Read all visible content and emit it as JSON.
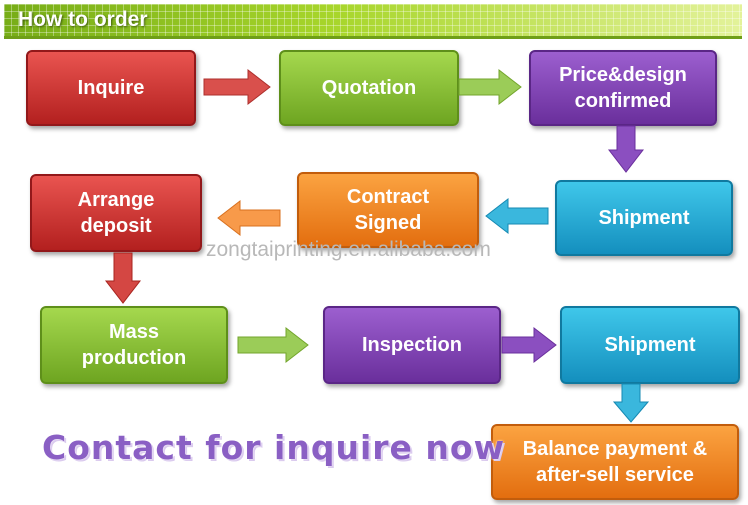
{
  "header": {
    "title": "How to order"
  },
  "steps": {
    "inquire": "Inquire",
    "quotation": "Quotation",
    "price_design_line1": "Price&design",
    "price_design_line2": "confirmed",
    "shipment_1": "Shipment",
    "contract_line1": "Contract",
    "contract_line2": "Signed",
    "arrange_line1": "Arrange",
    "arrange_line2": "deposit",
    "mass_line1": "Mass",
    "mass_line2": "production",
    "inspection": "Inspection",
    "shipment_2": "Shipment",
    "balance_line1": "Balance payment &",
    "balance_line2": "after-sell service"
  },
  "watermark": "zongtaiprinting.en.alibaba.com",
  "cta": "Contact for inquire now",
  "colors": {
    "red": "#c62d2b",
    "green": "#8cc63f",
    "purple": "#7b3fb0",
    "blue": "#1fa9d6",
    "orange": "#f58220"
  }
}
